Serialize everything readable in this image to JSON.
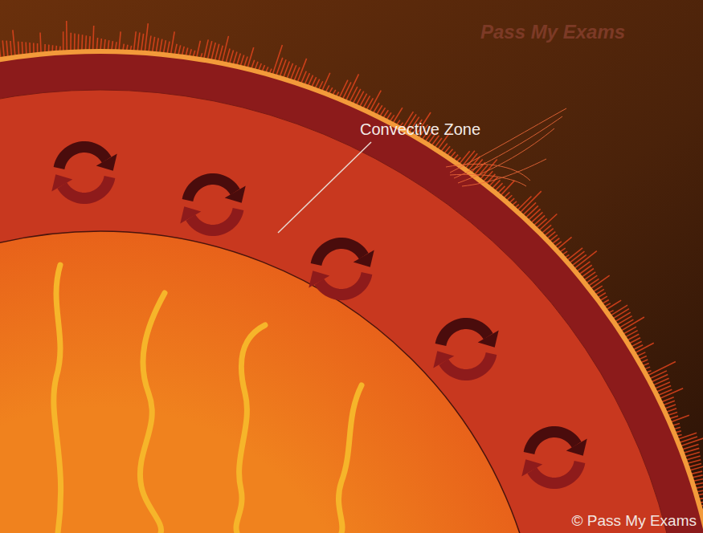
{
  "diagram": {
    "labels": [
      "Convective Zone",
      "Pass My Exams",
      "© Pass My Exams"
    ]
  }
}
